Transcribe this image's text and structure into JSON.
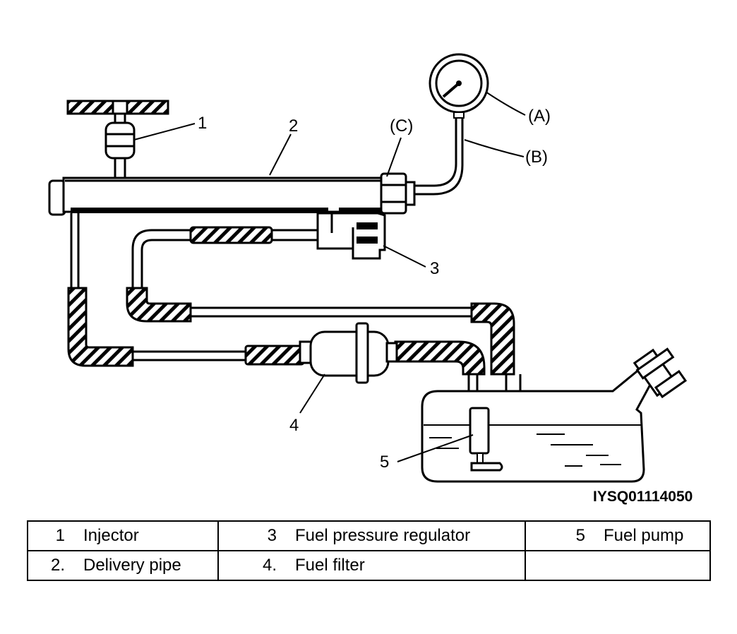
{
  "callouts": {
    "c1": "1",
    "c2": "2",
    "c3": "3",
    "c4": "4",
    "c5": "5",
    "cA": "(A)",
    "cB": "(B)",
    "cC": "(C)"
  },
  "figure_id": "IYSQ01114050",
  "legend": {
    "rows": [
      [
        {
          "num": "1",
          "label": "Injector"
        },
        {
          "num": "3",
          "label": "Fuel pressure regulator"
        },
        {
          "num": "5",
          "label": "Fuel pump"
        }
      ],
      [
        {
          "num": "2.",
          "label": "Delivery pipe"
        },
        {
          "num": "4.",
          "label": "Fuel filter"
        },
        {
          "num": "",
          "label": ""
        }
      ]
    ]
  }
}
